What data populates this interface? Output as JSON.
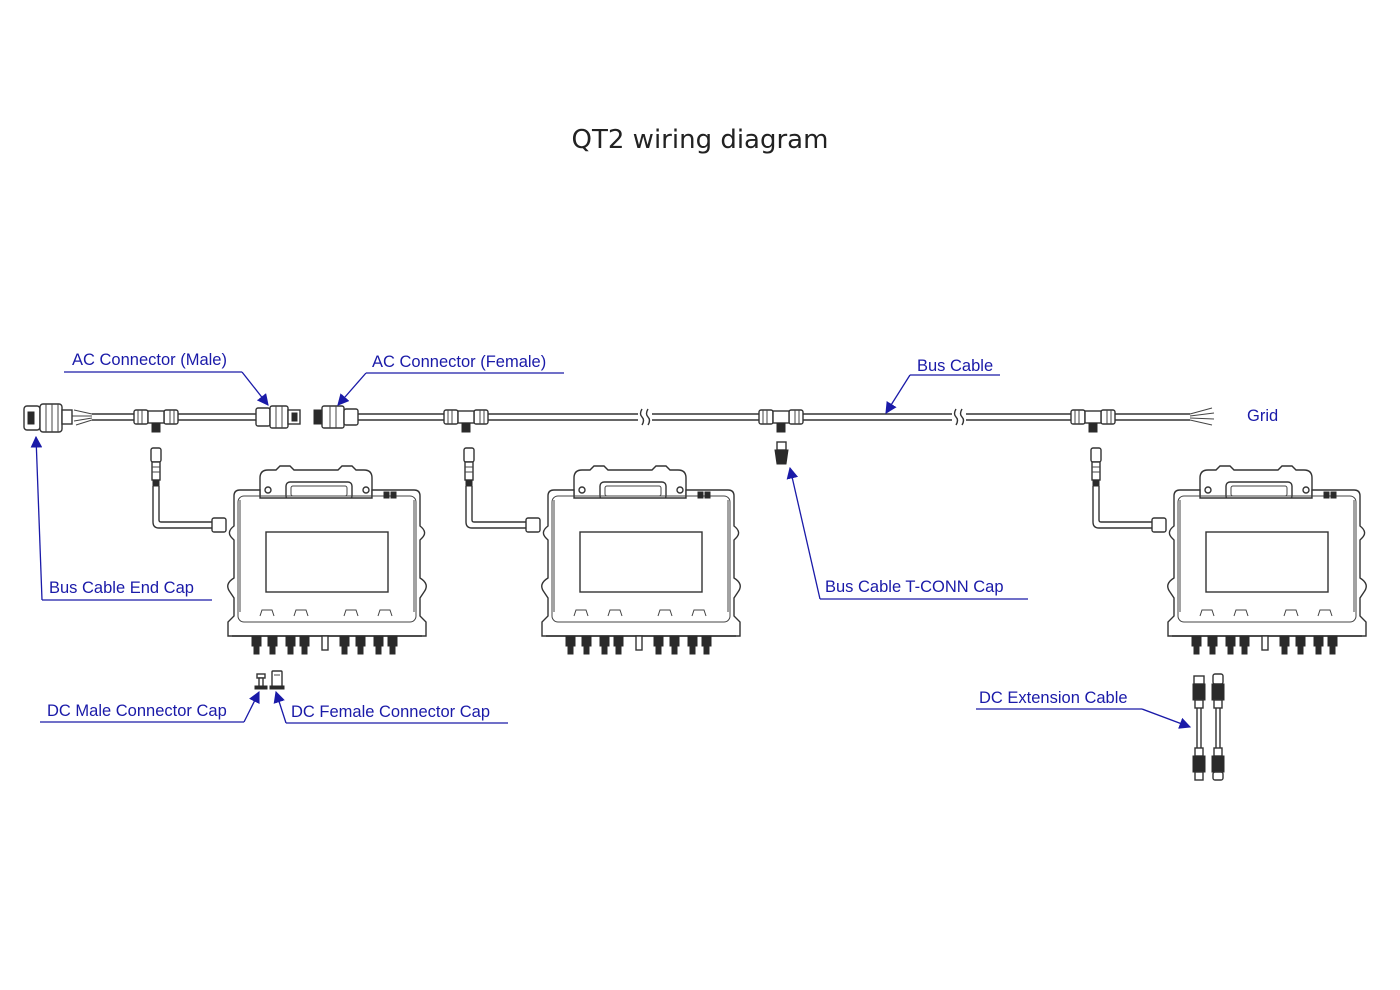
{
  "title": "QT2 wiring diagram",
  "labels": {
    "ac_male": "AC Connector (Male)",
    "ac_female": "AC Connector (Female)",
    "bus_cable": "Bus Cable",
    "grid": "Grid",
    "bus_end_cap": "Bus Cable End Cap",
    "t_conn_cap": "Bus Cable T-CONN Cap",
    "dc_male_cap": "DC Male Connector Cap",
    "dc_female_cap": "DC Female Connector Cap",
    "dc_extension": "DC Extension Cable"
  },
  "colors": {
    "label": "#1a1aa8",
    "line_art": "#333333",
    "background": "#ffffff"
  },
  "microinverter_count": 3
}
